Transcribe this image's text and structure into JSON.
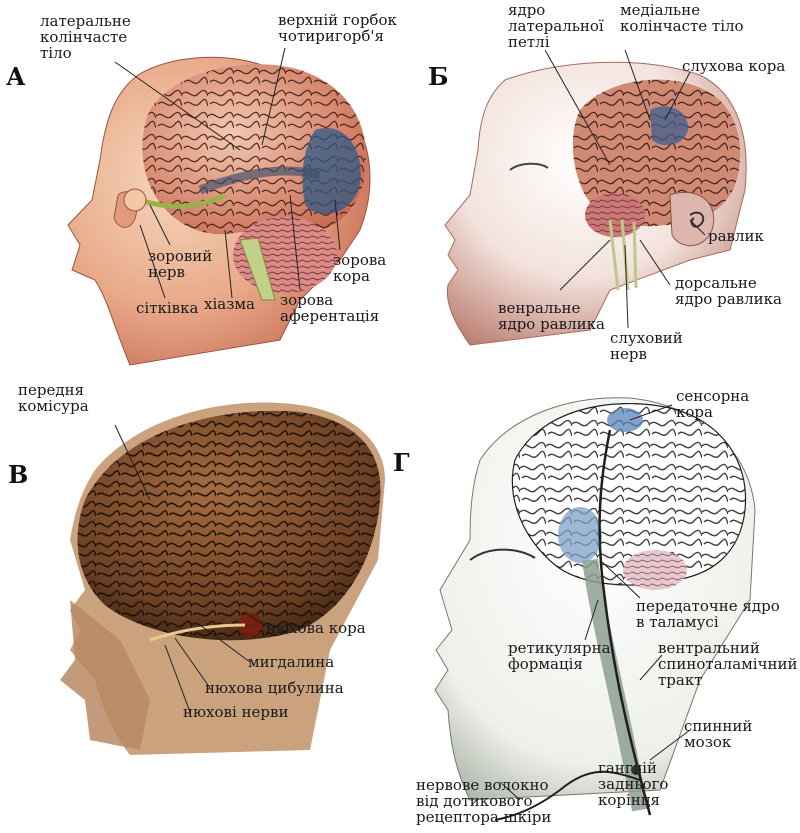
{
  "panels": {
    "A": {
      "letter": "А",
      "labels": {
        "lgn": "латеральне\nколінчасте\nтіло",
        "sup_colliculus": "верхній горбок\nчотиригорб'я",
        "optic_nerve": "зоровий\nнерв",
        "retina": "сітківка",
        "chiasm": "хіазма",
        "optic_afferent": "зорова\nаферентація",
        "visual_cortex": "зорова\nкора"
      }
    },
    "B": {
      "letter": "Б",
      "labels": {
        "lat_lemniscus": "ядро\nлатеральної\nпетлі",
        "mgn": "медіальне\nколінчасте тіло",
        "aud_cortex": "слухова кора",
        "cochlea": "равлик",
        "dorsal_nucleus": "дорсальне\nядро равлика",
        "ventral_nucleus": "венральне\nядро равлика",
        "aud_nerve": "слуховий\nнерв"
      }
    },
    "C": {
      "letter": "В",
      "labels": {
        "ant_commissure": "передня\nкомісура",
        "olf_cortex": "нюхова кора",
        "amygdala": "мигдалина",
        "olf_bulb": "нюхова цибулина",
        "olf_nerves": "нюхові нерви"
      }
    },
    "D": {
      "letter": "Г",
      "labels": {
        "sens_cortex": "сенсорна\nкора",
        "thal_relay": "передаточне ядро\nв таламусі",
        "retic": "ретикулярна\nформація",
        "spinothal": "вентральний\nспиноталамічний\nтракт",
        "spinal_cord": "спинний\nмозок",
        "ganglion": "ганглій\nзаднього\nкорінця",
        "fiber": "нервове волокно\nвід дотикового\nрецептора шкіри"
      }
    }
  }
}
